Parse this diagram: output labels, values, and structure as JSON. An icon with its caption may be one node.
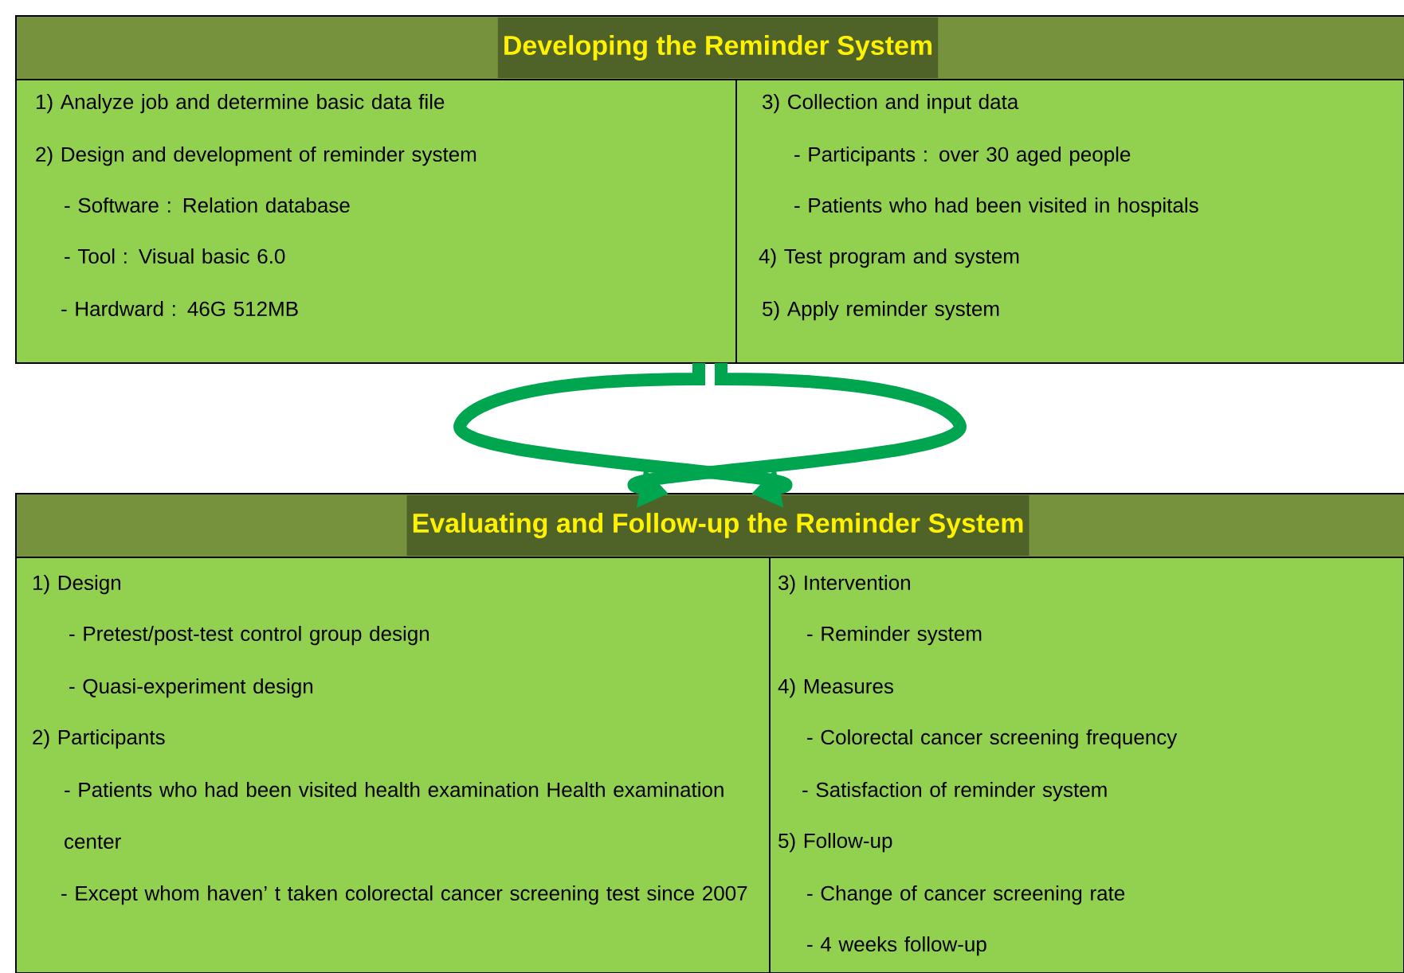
{
  "diagram": {
    "nodes": [
      {
        "text": [
          "Developing the Reminder System"
        ]
      },
      {
        "text": [
          "1) Analyze job and determine basic data file",
          "2) Design and development of reminder system",
          "- Software : Relation database",
          "- Tool : Visual basic 6.0",
          "- Hardward : 46G 512MB"
        ],
        "in": 0
      },
      {
        "text": [
          "3) Collection and input data",
          "- Participants : over 30 aged people",
          "- Patients who had been visited in hospitals",
          "4) Test program and system",
          "5) Apply reminder system"
        ],
        "in": 0
      },
      {
        "text": [
          "Evaluating and Follow-up the Reminder System"
        ]
      },
      {
        "text": [
          "1) Design",
          "- Pretest/post-test control group design",
          "- Quasi-experiment design",
          "2) Participants",
          "- Patients who had been visited health examination Health examination center",
          "- Except whom haven’ t taken colorectal cancer screening test since 2007"
        ],
        "in": 3
      },
      {
        "text": [
          "3) Intervention",
          "- Reminder system",
          "4) Measures",
          "- Colorectal cancer screening frequency",
          "- Satisfaction of reminder system",
          "5) Follow-up",
          "- Change of cancer screening rate",
          "- 4 weeks follow-up"
        ],
        "in": 3
      }
    ],
    "edges": [
      {
        "from": 0,
        "to": 3,
        "arrow": "to"
      },
      {
        "from": 0,
        "to": 3,
        "arrow": "to"
      }
    ]
  }
}
